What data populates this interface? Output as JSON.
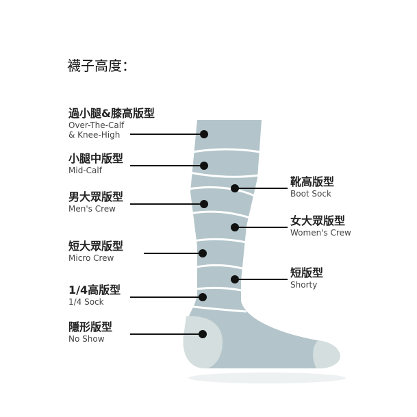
{
  "title": "襪子高度：",
  "left_labels": [
    {
      "zh": "過小腿&膝高版型",
      "en": "Over-The-Calf\n& Knee-High"
    },
    {
      "zh": "小腿中版型",
      "en": "Mid-Calf"
    },
    {
      "zh": "男大眾版型",
      "en": "Men's Crew"
    },
    {
      "zh": "短大眾版型",
      "en": "Micro Crew"
    },
    {
      "zh": "1/4高版型",
      "en": "1/4 Sock"
    },
    {
      "zh": "隱形版型",
      "en": "No Show"
    }
  ],
  "right_labels": [
    {
      "zh": "靴高版型",
      "en": "Boot Sock"
    },
    {
      "zh": "女大眾版型",
      "en": "Women's Crew"
    },
    {
      "zh": "短版型",
      "en": "Shorty"
    }
  ],
  "colors": {
    "sock": "#b3c5ca",
    "heel_toe": "#d4dede",
    "band": "#ffffff",
    "line": "#111111"
  }
}
